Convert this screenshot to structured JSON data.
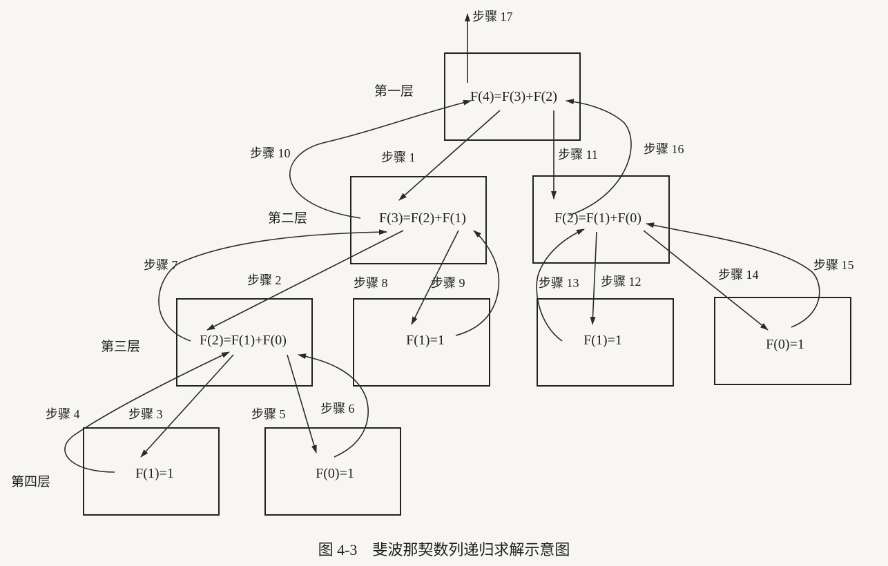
{
  "layers": {
    "l1": "第一层",
    "l2": "第二层",
    "l3": "第三层",
    "l4": "第四层"
  },
  "nodes": {
    "f4": "F(4)=F(3)+F(2)",
    "f3": "F(3)=F(2)+F(1)",
    "f2_right": "F(2)=F(1)+F(0)",
    "f2_left": "F(2)=F(1)+F(0)",
    "f1_l3": "F(1)=1",
    "f1_r3": "F(1)=1",
    "f0_r3": "F(0)=1",
    "f1_l4": "F(1)=1",
    "f0_l4": "F(0)=1"
  },
  "steps": {
    "s1": "步骤 1",
    "s2": "步骤 2",
    "s3": "步骤 3",
    "s4": "步骤 4",
    "s5": "步骤 5",
    "s6": "步骤 6",
    "s7": "步骤 7",
    "s8": "步骤 8",
    "s9": "步骤 9",
    "s10": "步骤 10",
    "s11": "步骤 11",
    "s12": "步骤 12",
    "s13": "步骤 13",
    "s14": "步骤 14",
    "s15": "步骤 15",
    "s16": "步骤 16",
    "s17": "步骤 17"
  },
  "caption": "图 4-3　斐波那契数列递归求解示意图"
}
